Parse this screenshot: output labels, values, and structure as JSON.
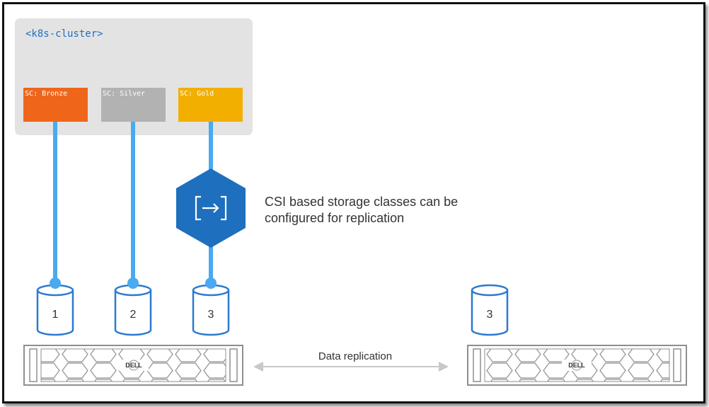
{
  "cluster": {
    "label": "<k8s-cluster>",
    "background": "#e3e3e3"
  },
  "storage_classes": [
    {
      "label": "SC: Bronze",
      "color": "#ef661a"
    },
    {
      "label": "SC: Silver",
      "color": "#b2b2b2"
    },
    {
      "label": "SC:  Gold",
      "color": "#f2af00"
    }
  ],
  "callout": {
    "lines": [
      "CSI based storage classes can be",
      "configured for replication"
    ]
  },
  "replication_icon": {
    "name": "replication-icon",
    "color": "#1e6fbe"
  },
  "link_color": "#4aaaf0",
  "volumes": {
    "source": [
      "1",
      "2",
      "3"
    ],
    "target": [
      "3"
    ],
    "color": "#2b7ad0"
  },
  "arrays": {
    "source_brand": "DELL",
    "target_brand": "DELL"
  },
  "replication": {
    "label": "Data replication",
    "color": "#c8c8c8"
  }
}
